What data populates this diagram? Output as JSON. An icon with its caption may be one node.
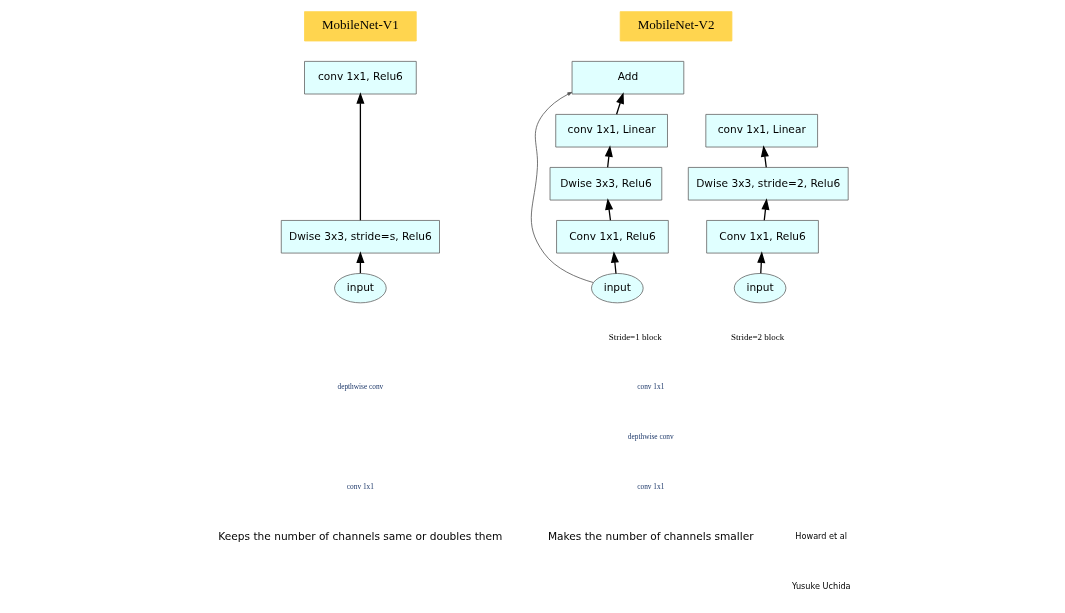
{
  "diagram": {
    "nodes": [
      {
        "text": [
          "MobileNet-V1"
        ]
      },
      {
        "text": [
          "conv 1x1, Relu6"
        ]
      },
      {
        "text": [
          "Dwise 3x3, stride=s, Relu6"
        ]
      },
      {
        "text": [
          "input"
        ]
      },
      {
        "text": [
          "MobileNet-V2"
        ]
      },
      {
        "text": [
          "Add"
        ]
      },
      {
        "text": [
          "conv 1x1, Linear"
        ]
      },
      {
        "text": [
          "Dwise 3x3, Relu6"
        ]
      },
      {
        "text": [
          "Conv 1x1, Relu6"
        ]
      },
      {
        "text": [
          "input"
        ],
        "beside": [
          "Stride=1 block"
        ]
      },
      {
        "text": [
          "conv 1x1, Linear"
        ]
      },
      {
        "text": [
          "Dwise 3x3, stride=2, Relu6"
        ]
      },
      {
        "text": [
          "Conv 1x1, Relu6"
        ]
      },
      {
        "text": [
          "input"
        ],
        "beside": [
          "Stride=2 block"
        ]
      }
    ],
    "edges": [
      {
        "from": 3,
        "to": 2,
        "arrow": "to"
      },
      {
        "from": 2,
        "to": 1,
        "arrow": "to"
      },
      {
        "from": 9,
        "to": 8,
        "arrow": "to"
      },
      {
        "from": 8,
        "to": 7,
        "arrow": "to"
      },
      {
        "from": 7,
        "to": 6,
        "arrow": "to"
      },
      {
        "from": 6,
        "to": 5,
        "arrow": "to"
      },
      {
        "from": 9,
        "to": 5,
        "arrow": "to",
        "color": "#555555"
      },
      {
        "from": 13,
        "to": 12,
        "arrow": "to"
      },
      {
        "from": 12,
        "to": 11,
        "arrow": "to"
      },
      {
        "from": 11,
        "to": 10,
        "arrow": "to"
      }
    ],
    "labels": [
      "depthwise conv",
      "conv 1x1",
      "conv 1x1",
      "depthwise conv",
      "conv 1x1",
      "Keeps the number of channels same or doubles them",
      "Makes the number of channels smaller",
      "Howard et al",
      "Yusuke Uchida"
    ]
  }
}
